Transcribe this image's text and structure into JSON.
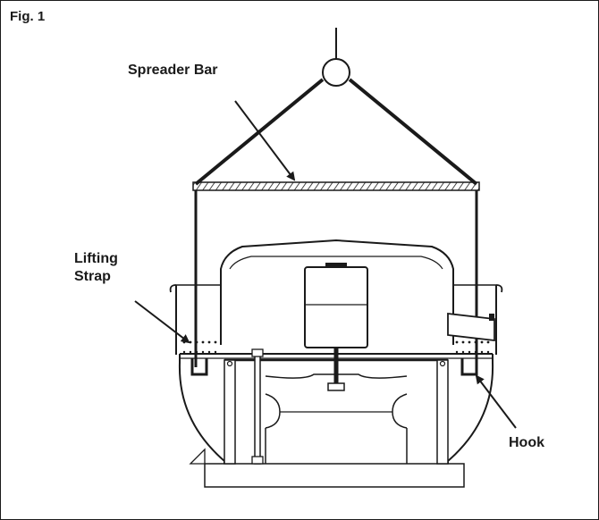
{
  "figure": {
    "label": "Fig. 1"
  },
  "callouts": {
    "spreader_bar": "Spreader Bar",
    "lifting_strap_line1": "Lifting",
    "lifting_strap_line2": "Strap",
    "hook": "Hook"
  },
  "colors": {
    "ink": "#1a1a1a",
    "paper": "#ffffff"
  }
}
